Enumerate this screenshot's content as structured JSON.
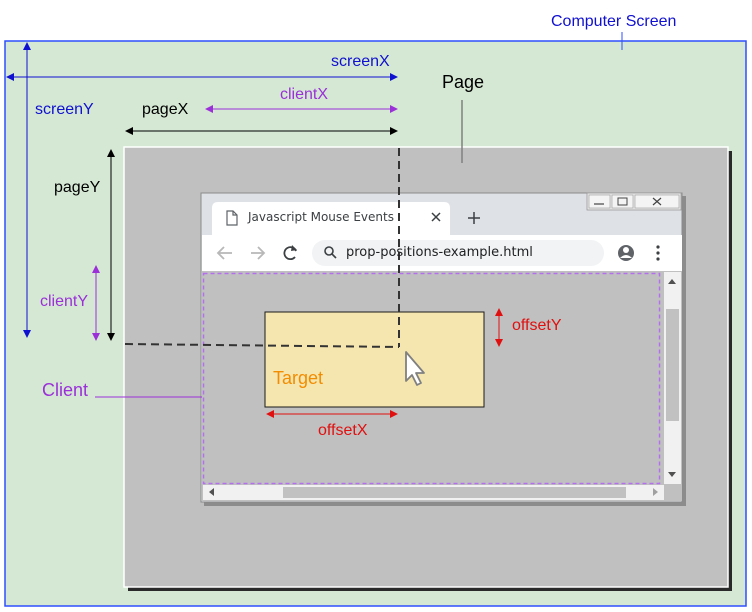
{
  "labels": {
    "computer_screen": "Computer Screen",
    "page": "Page",
    "screen_x": "screenX",
    "screen_y": "screenY",
    "page_x": "pageX",
    "page_y": "pageY",
    "client_x": "clientX",
    "client_y": "clientY",
    "client": "Client",
    "offset_x": "offsetX",
    "offset_y": "offsetY",
    "target": "Target"
  },
  "browser": {
    "tab_title": "Javascript Mouse Events",
    "address": "prop-positions-example.html",
    "icons": [
      "page-icon",
      "close-icon",
      "plus-icon",
      "back-icon",
      "forward-icon",
      "reload-icon",
      "search-icon",
      "account-icon",
      "menu-icon",
      "minimize-icon",
      "maximize-icon",
      "window-close-icon",
      "cursor-icon"
    ]
  },
  "colors": {
    "screen_bg": "#d5e8d4",
    "screen_border": "#2f4fff",
    "page_bg": "#c0c0c0",
    "target_bg": "#f5e6b0",
    "blue": "#1010d0",
    "purple": "#9b30d9",
    "red": "#e01010",
    "orange": "#f28c00"
  }
}
